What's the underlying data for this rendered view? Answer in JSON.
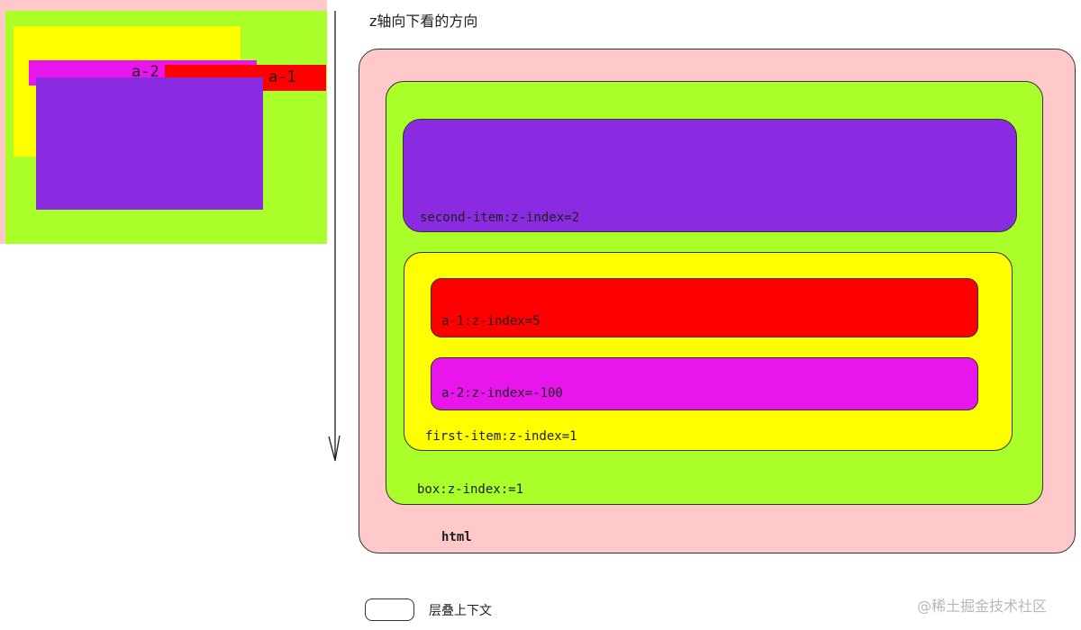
{
  "colors": {
    "pink": "#ffc9c9",
    "green": "#aaff2a",
    "yellow": "#ffff00",
    "purple": "#8a2be2",
    "red": "#ff0000",
    "magenta": "#e816ec",
    "border": "#333333"
  },
  "preview": {
    "label_a2": "a-2",
    "label_a1": "a-1"
  },
  "axis": {
    "title": "z轴向下看的方向"
  },
  "layers": {
    "html": "html",
    "box": "box:z-index:=1",
    "first_item": "first-item:z-index=1",
    "second_item": "second-item:z-index=2",
    "a1": "a-1:z-index=5",
    "a2": "a-2:z-index=-100"
  },
  "legend": {
    "label": "层叠上下文",
    "icon": "rounded-rectangle-icon"
  },
  "watermark": "@稀土掘金技术社区"
}
